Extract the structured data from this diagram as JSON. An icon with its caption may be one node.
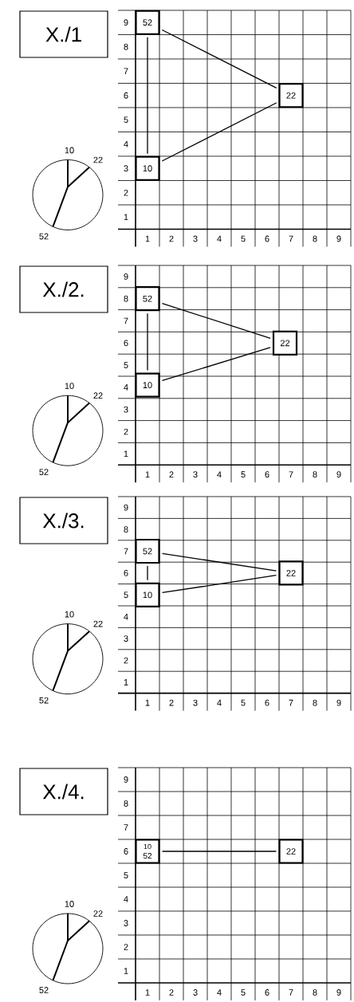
{
  "diagram": {
    "nodes": [
      {
        "text": [
          "X./1"
        ]
      },
      {
        "text": [
          "52"
        ]
      },
      {
        "text": [
          "22"
        ]
      },
      {
        "text": [
          "10"
        ]
      },
      {
        "text": [
          "X./2."
        ]
      },
      {
        "text": [
          "52"
        ]
      },
      {
        "text": [
          "22"
        ]
      },
      {
        "text": [
          "10"
        ]
      },
      {
        "text": [
          "X./3."
        ]
      },
      {
        "text": [
          "52"
        ]
      },
      {
        "text": [
          "22"
        ]
      },
      {
        "text": [
          "10"
        ]
      },
      {
        "text": [
          "X./4."
        ]
      },
      {
        "text": [
          "10",
          "52"
        ]
      },
      {
        "text": [
          "22"
        ]
      }
    ],
    "edges": [
      {
        "from": 1,
        "to": 2,
        "arrow": "none"
      },
      {
        "from": 3,
        "to": 2,
        "arrow": "none"
      },
      {
        "from": 1,
        "to": 3,
        "arrow": "none"
      },
      {
        "from": 5,
        "to": 6,
        "arrow": "none"
      },
      {
        "from": 7,
        "to": 6,
        "arrow": "none"
      },
      {
        "from": 5,
        "to": 7,
        "arrow": "none"
      },
      {
        "from": 9,
        "to": 10,
        "arrow": "none"
      },
      {
        "from": 11,
        "to": 10,
        "arrow": "none"
      },
      {
        "from": 9,
        "to": 11,
        "arrow": "none"
      },
      {
        "from": 13,
        "to": 14,
        "arrow": "none"
      }
    ],
    "labels": [
      "9",
      "8",
      "7",
      "6",
      "5",
      "4",
      "3",
      "2",
      "1",
      "1",
      "2",
      "3",
      "4",
      "5",
      "6",
      "7",
      "8",
      "9",
      "10",
      "22",
      "52",
      "9",
      "8",
      "7",
      "6",
      "5",
      "4",
      "3",
      "2",
      "1",
      "1",
      "2",
      "3",
      "4",
      "5",
      "6",
      "7",
      "8",
      "9",
      "10",
      "22",
      "52",
      "9",
      "8",
      "7",
      "6",
      "5",
      "4",
      "3",
      "2",
      "1",
      "1",
      "2",
      "3",
      "4",
      "5",
      "6",
      "7",
      "8",
      "9",
      "10",
      "22",
      "52",
      "9",
      "8",
      "7",
      "6",
      "5",
      "4",
      "3",
      "2",
      "1",
      "1",
      "2",
      "3",
      "4",
      "5",
      "6",
      "7",
      "8",
      "9",
      "10",
      "22",
      "52"
    ]
  }
}
